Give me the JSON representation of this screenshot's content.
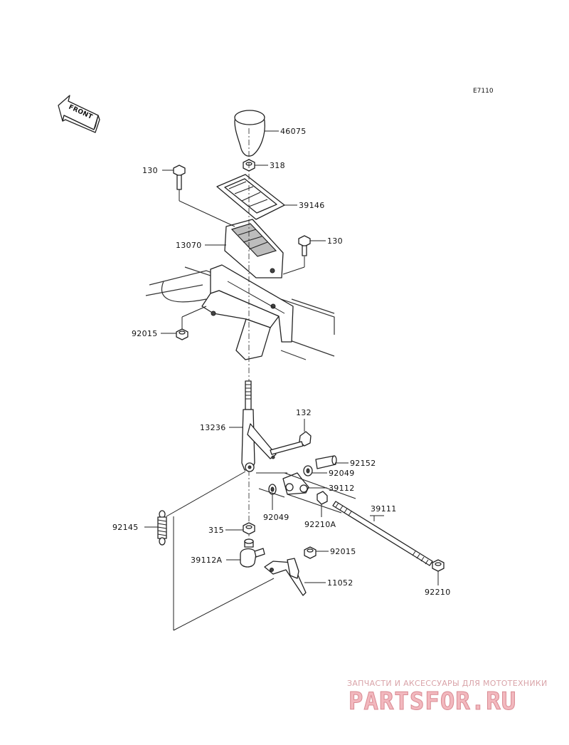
{
  "diagram": {
    "code": "E7110",
    "front_label": "FRONT",
    "parts": [
      {
        "key": "p46075",
        "label": "46075"
      },
      {
        "key": "p318",
        "label": "318"
      },
      {
        "key": "p130a",
        "label": "130"
      },
      {
        "key": "p39146",
        "label": "39146"
      },
      {
        "key": "p130b",
        "label": "130"
      },
      {
        "key": "p13070",
        "label": "13070"
      },
      {
        "key": "p92015a",
        "label": "92015"
      },
      {
        "key": "p132",
        "label": "132"
      },
      {
        "key": "p13236",
        "label": "13236"
      },
      {
        "key": "p92152",
        "label": "92152"
      },
      {
        "key": "p92049a",
        "label": "92049"
      },
      {
        "key": "p39112",
        "label": "39112"
      },
      {
        "key": "p92049b",
        "label": "92049"
      },
      {
        "key": "p92210A",
        "label": "92210A"
      },
      {
        "key": "p39111",
        "label": "39111"
      },
      {
        "key": "p92145",
        "label": "92145"
      },
      {
        "key": "p315",
        "label": "315"
      },
      {
        "key": "p92015b",
        "label": "92015"
      },
      {
        "key": "p39112A",
        "label": "39112A"
      },
      {
        "key": "p11052",
        "label": "11052"
      },
      {
        "key": "p92210",
        "label": "92210"
      }
    ]
  },
  "watermark": {
    "top": "ЗАПЧАСТИ И АКСЕССУАРЫ ДЛЯ МОТОТЕХНИКИ",
    "brand": "PARTSFOR.RU"
  }
}
